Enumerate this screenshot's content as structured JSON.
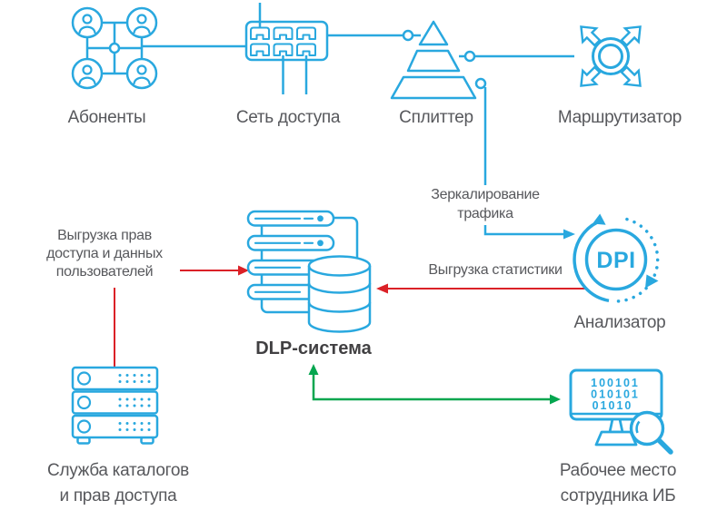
{
  "colors": {
    "blue": "#29A8DF",
    "red": "#DB2127",
    "green": "#04A64F",
    "label": "#57585C",
    "label_dark": "#414042",
    "background": "#FFFFFF"
  },
  "nodes": {
    "subscribers": {
      "label": "Абоненты",
      "icon": "users-network-icon"
    },
    "access_network": {
      "label": "Сеть доступа",
      "icon": "network-switch-icon"
    },
    "splitter": {
      "label": "Сплиттер",
      "icon": "splitter-pyramid-icon"
    },
    "router": {
      "label": "Маршрутизатор",
      "icon": "router-arrows-icon"
    },
    "dlp": {
      "label": "DLP-система",
      "icon": "server-database-icon"
    },
    "analyzer": {
      "label": "Анализатор",
      "icon": "dpi-loop-icon",
      "icon_text": "DPI"
    },
    "directory": {
      "label_lines": [
        "Служба каталогов",
        "и прав доступа"
      ],
      "icon": "rack-server-icon"
    },
    "workstation": {
      "label_lines": [
        "Рабочее место",
        "сотрудника ИБ"
      ],
      "icon": "monitor-magnifier-icon",
      "screen_lines": [
        "100101",
        "010101",
        "01010"
      ]
    }
  },
  "edges": {
    "mirroring": {
      "from": "splitter",
      "to": "analyzer",
      "color": "blue",
      "label_lines": [
        "Зеркалирование",
        "трафика"
      ]
    },
    "statistics": {
      "from": "analyzer",
      "to": "dlp",
      "color": "red",
      "label": "Выгрузка статистики"
    },
    "user_rights": {
      "from": "directory",
      "to": "dlp",
      "color": "red",
      "label_lines": [
        "Выгрузка прав",
        "доступа и данных",
        "пользователей"
      ]
    },
    "dlp_workstation": {
      "from": "dlp",
      "to": "workstation",
      "color": "green",
      "direction": "bidirectional"
    }
  },
  "connections": [
    {
      "from": "subscribers",
      "to": "access_network"
    },
    {
      "from": "access_network",
      "to": "splitter"
    },
    {
      "from": "splitter",
      "to": "router"
    }
  ]
}
